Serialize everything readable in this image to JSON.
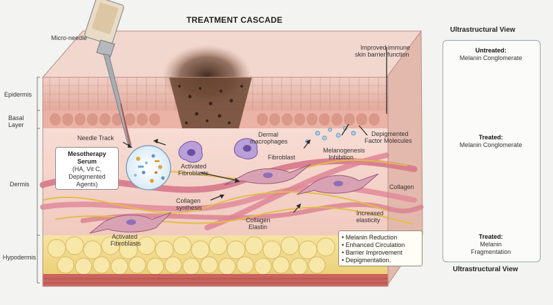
{
  "title": "TREATMENT CASCADE",
  "layers": {
    "epidermis": "Epidermis",
    "basal_line1": "Basal",
    "basal_line2": "Layer",
    "dermis": "Dermis",
    "hypodermis": "Hypodermis"
  },
  "labels": {
    "micro_needle": "Micro-needle",
    "needle_track": "Needle Track",
    "improved_immune_line1": "Improved immune",
    "improved_immune_line2": "skin barrier function",
    "dermal_macrophages_line1": "Dermal",
    "dermal_macrophages_line2": "macrophages",
    "depigmented_line1": "Depigmented",
    "depigmented_line2": "Factor Molecules",
    "fibroblast": "Fibroblast",
    "melanogenesis_line1": "Melanogenesis",
    "melanogenesis_line2": "Inhibition",
    "activated_fibroblasts_top_line1": "Activated",
    "activated_fibroblasts_top_line2": "Fibroblasts",
    "collagen": "Collagen",
    "collagen_synthesis_line1": "Collagen",
    "collagen_synthesis_line2": "synthesis",
    "collagen_elastin_line1": "Collagen",
    "collagen_elastin_line2": "Elastin",
    "increased_elasticity_line1": "Increased",
    "increased_elasticity_line2": "elasticity",
    "activated_fibroblasts_bottom_line1": "Activated",
    "activated_fibroblasts_bottom_line2": "Fibroblasts"
  },
  "serum_callout": {
    "heading_line1": "Mesotherapy",
    "heading_line2": "Serum",
    "line1": "(HA, Vit C,",
    "line2": "Depigmented",
    "line3": "Agents)"
  },
  "effects": [
    "• Melanin Reduction",
    "• Enhanced Circulation",
    "• Barrier Improvement",
    "• Depigmentation."
  ],
  "ultrastructural": {
    "title_top": "Ultrastructural View",
    "title_bottom": "Ultrastructural View",
    "untreated_heading": "Untreated:",
    "untreated_desc": "Melanin Conglomerate",
    "treated_heading": "Treated:",
    "treated_desc": "Melanin Conglomerate",
    "treated2_heading": "Treated:",
    "treated2_line1": "Melanin",
    "treated2_line2": "Fragmentation"
  },
  "colors": {
    "epidermis": "#e9b8ae",
    "dermis": "#f4d2cb",
    "hypodermis": "#f2dc8c",
    "melanin": "#5a3a26",
    "collagen": "#d97b8c",
    "elastin": "#e3c04a",
    "cell_purple": "#8d6fb8"
  }
}
